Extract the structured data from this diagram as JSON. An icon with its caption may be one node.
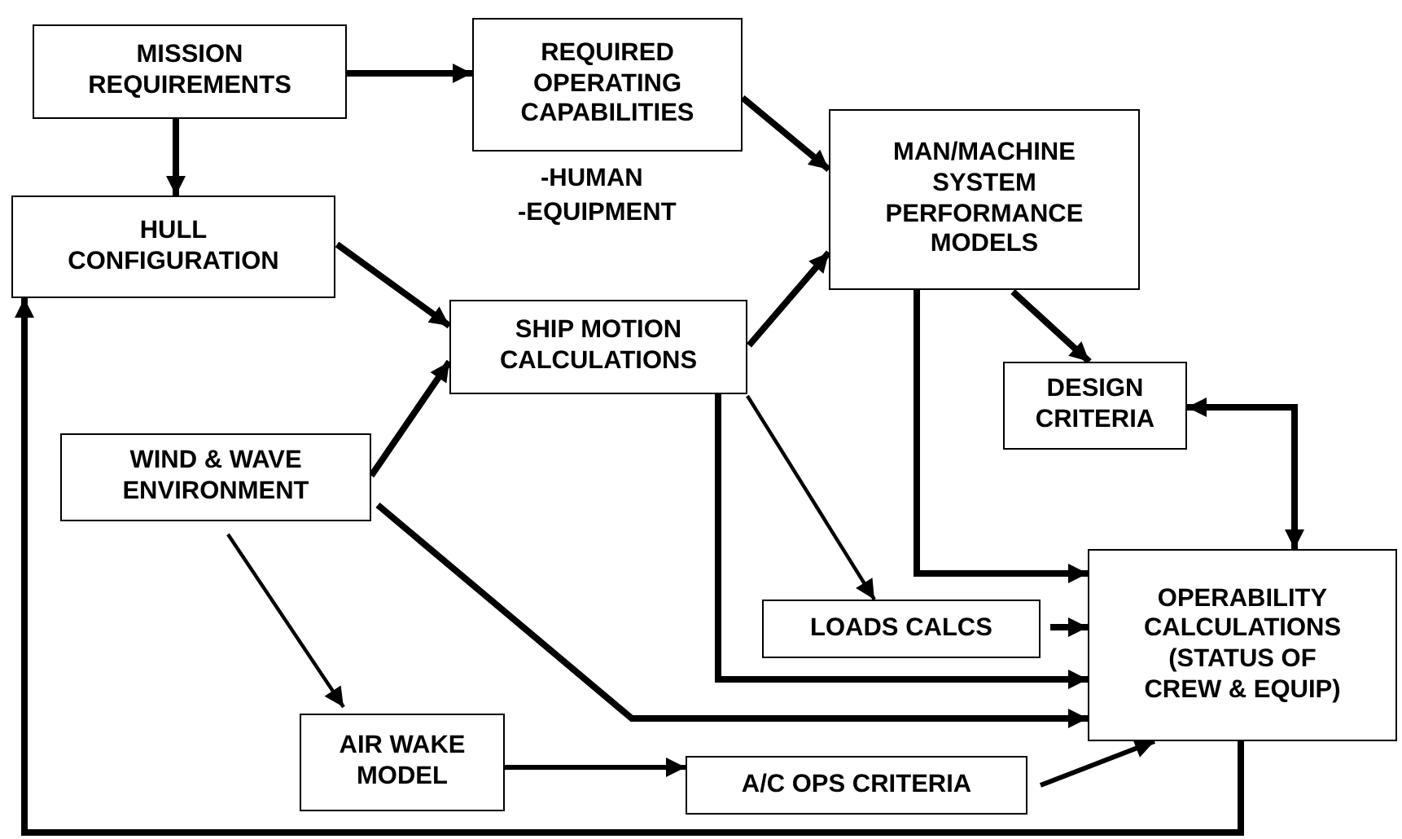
{
  "diagram": {
    "nodes": [
      {
        "text": [
          "MISSION REQUIREMENTS"
        ]
      },
      {
        "text": [
          "REQUIRED OPERATING CAPABILITIES"
        ],
        "beside": [
          "-HUMAN",
          "-EQUIPMENT"
        ]
      },
      {
        "text": [
          "HULL CONFIGURATION"
        ]
      },
      {
        "text": [
          "MAN/MACHINE SYSTEM PERFORMANCE MODELS"
        ]
      },
      {
        "text": [
          "SHIP MOTION CALCULATIONS"
        ]
      },
      {
        "text": [
          "DESIGN CRITERIA"
        ]
      },
      {
        "text": [
          "WIND & WAVE ENVIRONMENT"
        ]
      },
      {
        "text": [
          "OPERABILITY CALCULATIONS (STATUS OF CREW & EQUIP)"
        ]
      },
      {
        "text": [
          "LOADS CALCS"
        ]
      },
      {
        "text": [
          "AIR WAKE MODEL"
        ]
      },
      {
        "text": [
          "A/C OPS CRITERIA"
        ]
      }
    ],
    "edges": [
      {
        "from": 0,
        "to": 1,
        "arrow": "to"
      },
      {
        "from": 0,
        "to": 2,
        "arrow": "to"
      },
      {
        "from": 1,
        "to": 3,
        "arrow": "to"
      },
      {
        "from": 2,
        "to": 4,
        "arrow": "to"
      },
      {
        "from": 4,
        "to": 3,
        "arrow": "to"
      },
      {
        "from": 6,
        "to": 4,
        "arrow": "to"
      },
      {
        "from": 3,
        "to": 5,
        "arrow": "to"
      },
      {
        "from": 5,
        "to": 7,
        "arrow": "both"
      },
      {
        "from": 3,
        "to": 7,
        "arrow": "to"
      },
      {
        "from": 4,
        "to": 8,
        "arrow": "to"
      },
      {
        "from": 8,
        "to": 7,
        "arrow": "to"
      },
      {
        "from": 4,
        "to": 7,
        "arrow": "to"
      },
      {
        "from": 6,
        "to": 7,
        "arrow": "to"
      },
      {
        "from": 6,
        "to": 9,
        "arrow": "to"
      },
      {
        "from": 9,
        "to": 10,
        "arrow": "to"
      },
      {
        "from": 10,
        "to": 7,
        "arrow": "to"
      },
      {
        "from": 7,
        "to": 2,
        "arrow": "to"
      }
    ]
  }
}
